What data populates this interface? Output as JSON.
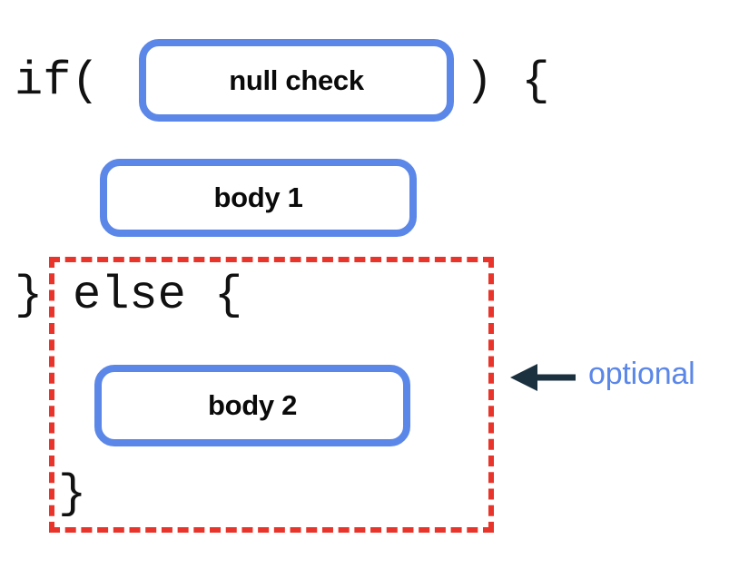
{
  "diagram": {
    "title": "if / else null check structure",
    "colors": {
      "box_border": "#5b87e8",
      "optional_border": "#e8342a",
      "arrow": "#1b3140",
      "label": "#5b87e8",
      "code_text": "#111111",
      "background": "#ffffff"
    },
    "code": {
      "if_open": "if(",
      "if_close": ") {",
      "brace_close_if": "}",
      "else_keyword": "else {",
      "brace_close_else": "}"
    },
    "boxes": [
      {
        "id": "null-check",
        "label": "null check"
      },
      {
        "id": "body-1",
        "label": "body 1"
      },
      {
        "id": "body-2",
        "label": "body 2"
      }
    ],
    "annotation": {
      "label": "optional",
      "arrow_icon": "arrow-left-icon",
      "points_to": "optional-region"
    }
  }
}
